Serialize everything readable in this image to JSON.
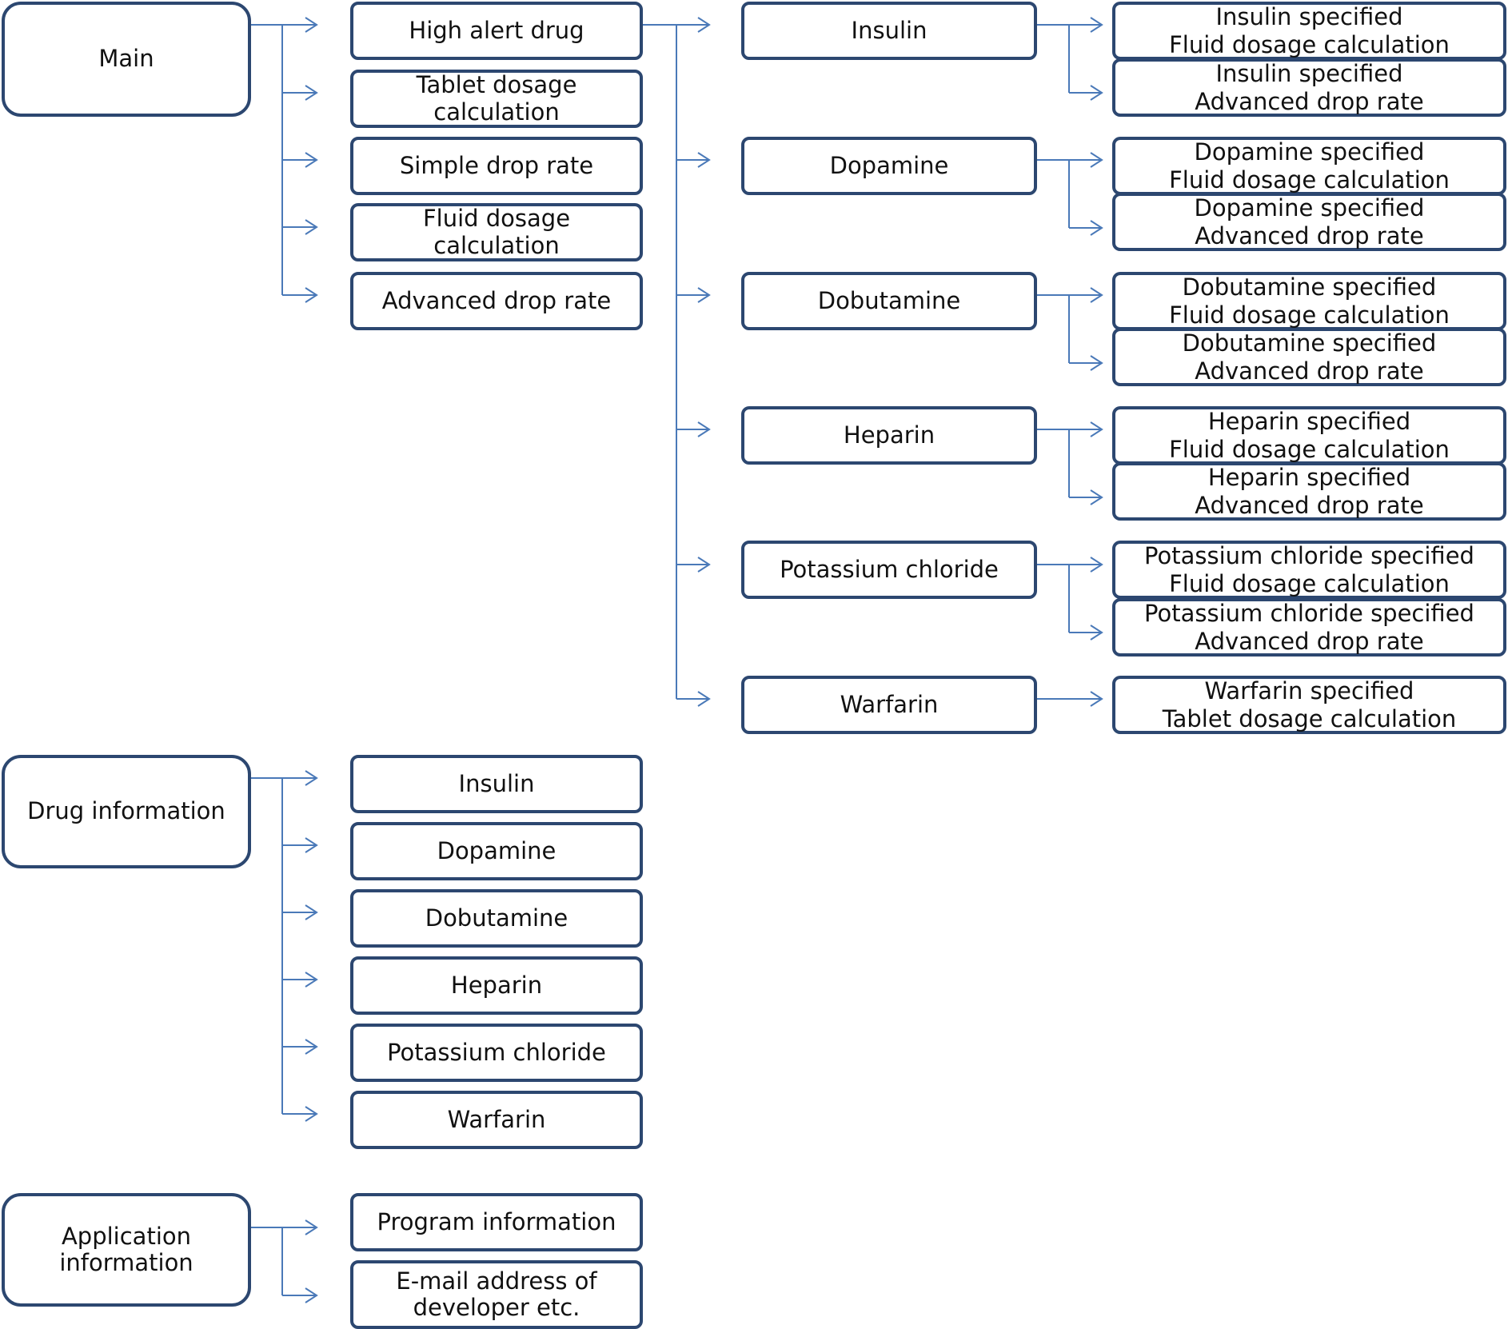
{
  "colors": {
    "box_border": "#2c4770",
    "connector": "#4a79b8"
  },
  "sections": {
    "main": {
      "label": "Main",
      "items": [
        {
          "label": "High alert drug"
        },
        {
          "label": "Tablet dosage\ncalculation"
        },
        {
          "label": "Simple drop rate"
        },
        {
          "label": "Fluid dosage\ncalculation"
        },
        {
          "label": "Advanced drop rate"
        }
      ]
    },
    "high_alert": {
      "drugs": [
        {
          "label": "Insulin",
          "sub": [
            "Insulin specified\nFluid dosage calculation",
            "Insulin specified\nAdvanced drop rate"
          ]
        },
        {
          "label": "Dopamine",
          "sub": [
            "Dopamine specified\nFluid dosage calculation",
            "Dopamine specified\nAdvanced drop rate"
          ]
        },
        {
          "label": "Dobutamine",
          "sub": [
            "Dobutamine specified\nFluid dosage calculation",
            "Dobutamine specified\nAdvanced drop rate"
          ]
        },
        {
          "label": "Heparin",
          "sub": [
            "Heparin specified\nFluid dosage calculation",
            "Heparin specified\nAdvanced drop rate"
          ]
        },
        {
          "label": "Potassium chloride",
          "sub": [
            "Potassium chloride specified\nFluid dosage calculation",
            "Potassium chloride specified\nAdvanced drop rate"
          ]
        },
        {
          "label": "Warfarin",
          "sub": [
            "Warfarin specified\nTablet dosage calculation"
          ]
        }
      ]
    },
    "drug_info": {
      "label": "Drug information",
      "items": [
        {
          "label": "Insulin"
        },
        {
          "label": "Dopamine"
        },
        {
          "label": "Dobutamine"
        },
        {
          "label": "Heparin"
        },
        {
          "label": "Potassium chloride"
        },
        {
          "label": "Warfarin"
        }
      ]
    },
    "app_info": {
      "label": "Application\ninformation",
      "items": [
        {
          "label": "Program information"
        },
        {
          "label": "E-mail address of\ndeveloper etc."
        }
      ]
    }
  }
}
